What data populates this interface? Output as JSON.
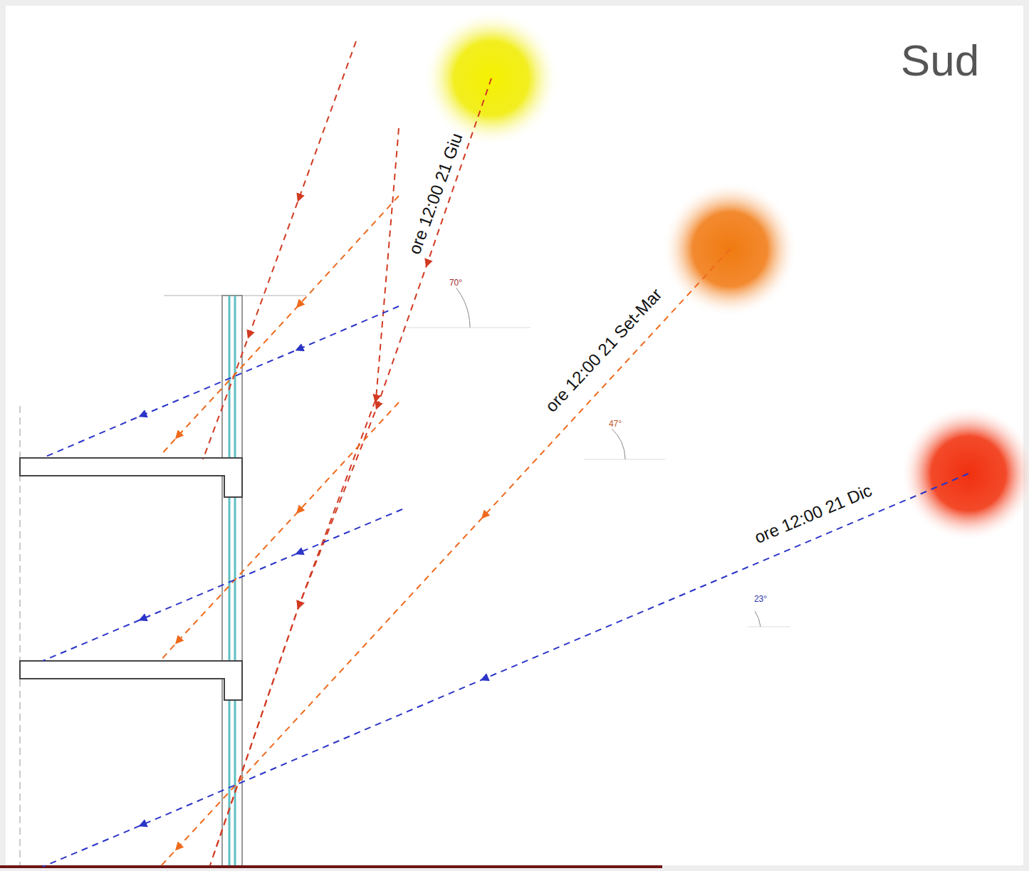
{
  "diagram": {
    "labels": [
      "Sud",
      "ore 12:00 21 Giu",
      "70°",
      "ore 12:00 21 Set-Mar",
      "47°",
      "ore 12:00 21 Dic",
      "23°"
    ]
  }
}
